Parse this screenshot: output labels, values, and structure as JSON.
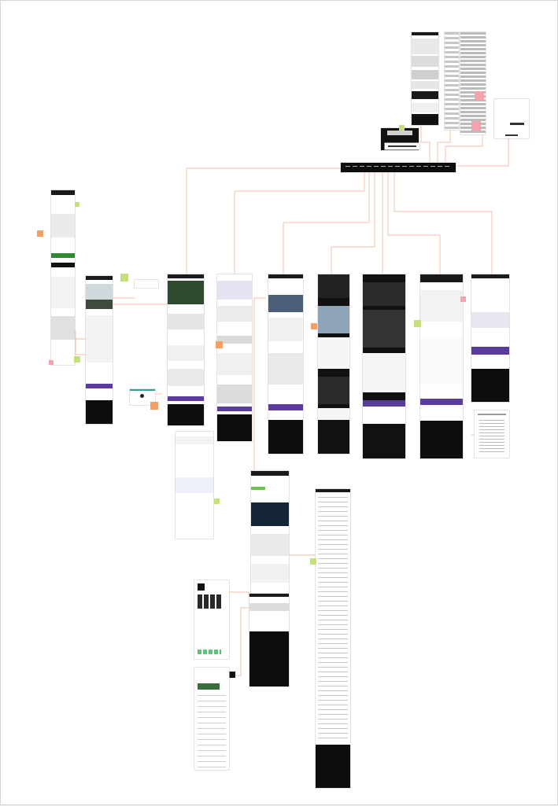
{
  "colors": {
    "connector": "#f4a98a",
    "note_green": "#c3e07a",
    "note_orange": "#f3a067",
    "note_pink": "#f4a3ad",
    "accent_purple": "#5b3b9c",
    "header_dark": "#1a1a1a",
    "footer_dark": "#0d0d0d",
    "canvas_bg": "#ffffff"
  },
  "board": {
    "type": "sitemap-flow",
    "frame_count": 24,
    "nav_hub_label": "main-navigation"
  }
}
